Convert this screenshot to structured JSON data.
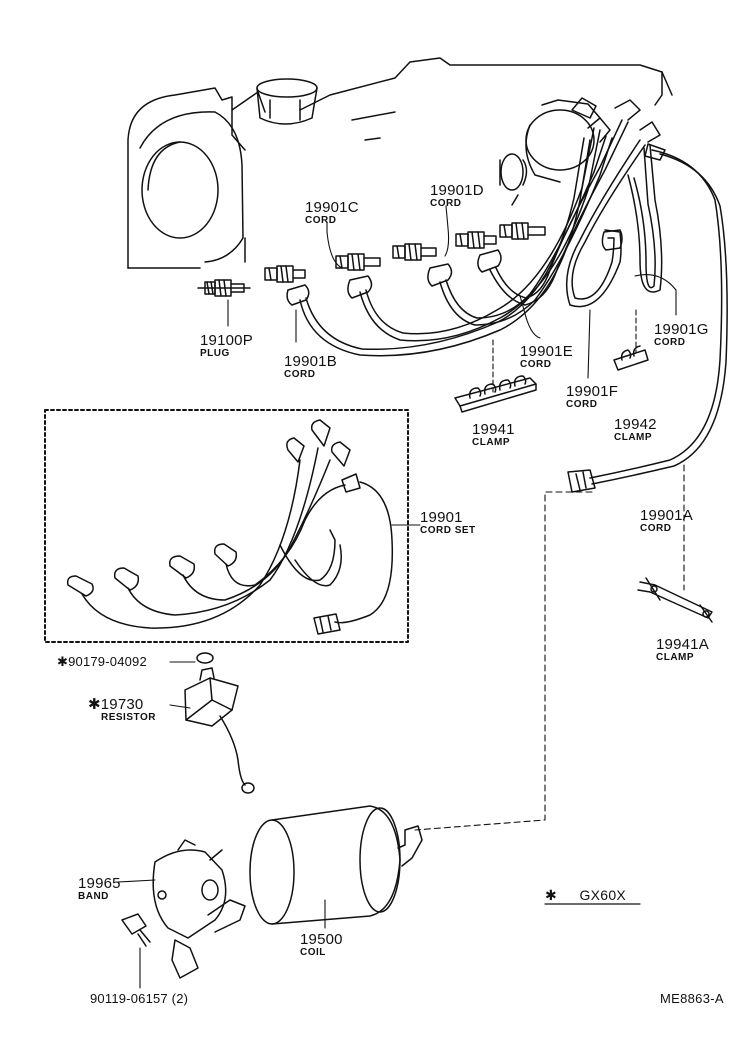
{
  "parts": {
    "p19901C": {
      "number": "19901C",
      "name": "CORD"
    },
    "p19901D": {
      "number": "19901D",
      "name": "CORD"
    },
    "p19100P": {
      "number": "19100P",
      "name": "PLUG"
    },
    "p19901B": {
      "number": "19901B",
      "name": "CORD"
    },
    "p19901E": {
      "number": "19901E",
      "name": "CORD"
    },
    "p19901G": {
      "number": "19901G",
      "name": "CORD"
    },
    "p19901F": {
      "number": "19901F",
      "name": "CORD"
    },
    "p19941": {
      "number": "19941",
      "name": "CLAMP"
    },
    "p19942": {
      "number": "19942",
      "name": "CLAMP"
    },
    "p19901": {
      "number": "19901",
      "name": "CORD SET"
    },
    "p19901A": {
      "number": "19901A",
      "name": "CORD"
    },
    "p19941A": {
      "number": "19941A",
      "name": "CLAMP"
    },
    "p90179": {
      "number": "✱90179-04092"
    },
    "p19730": {
      "number": "✱19730",
      "name": "RESISTOR"
    },
    "p19965": {
      "number": "19965",
      "name": "BAND"
    },
    "p19500": {
      "number": "19500",
      "name": "COIL"
    },
    "p90119": {
      "number": "90119-06157 (2)"
    }
  },
  "legend": {
    "mark": "✱",
    "model": "GX60X"
  },
  "diagram_code": "ME8863-A"
}
